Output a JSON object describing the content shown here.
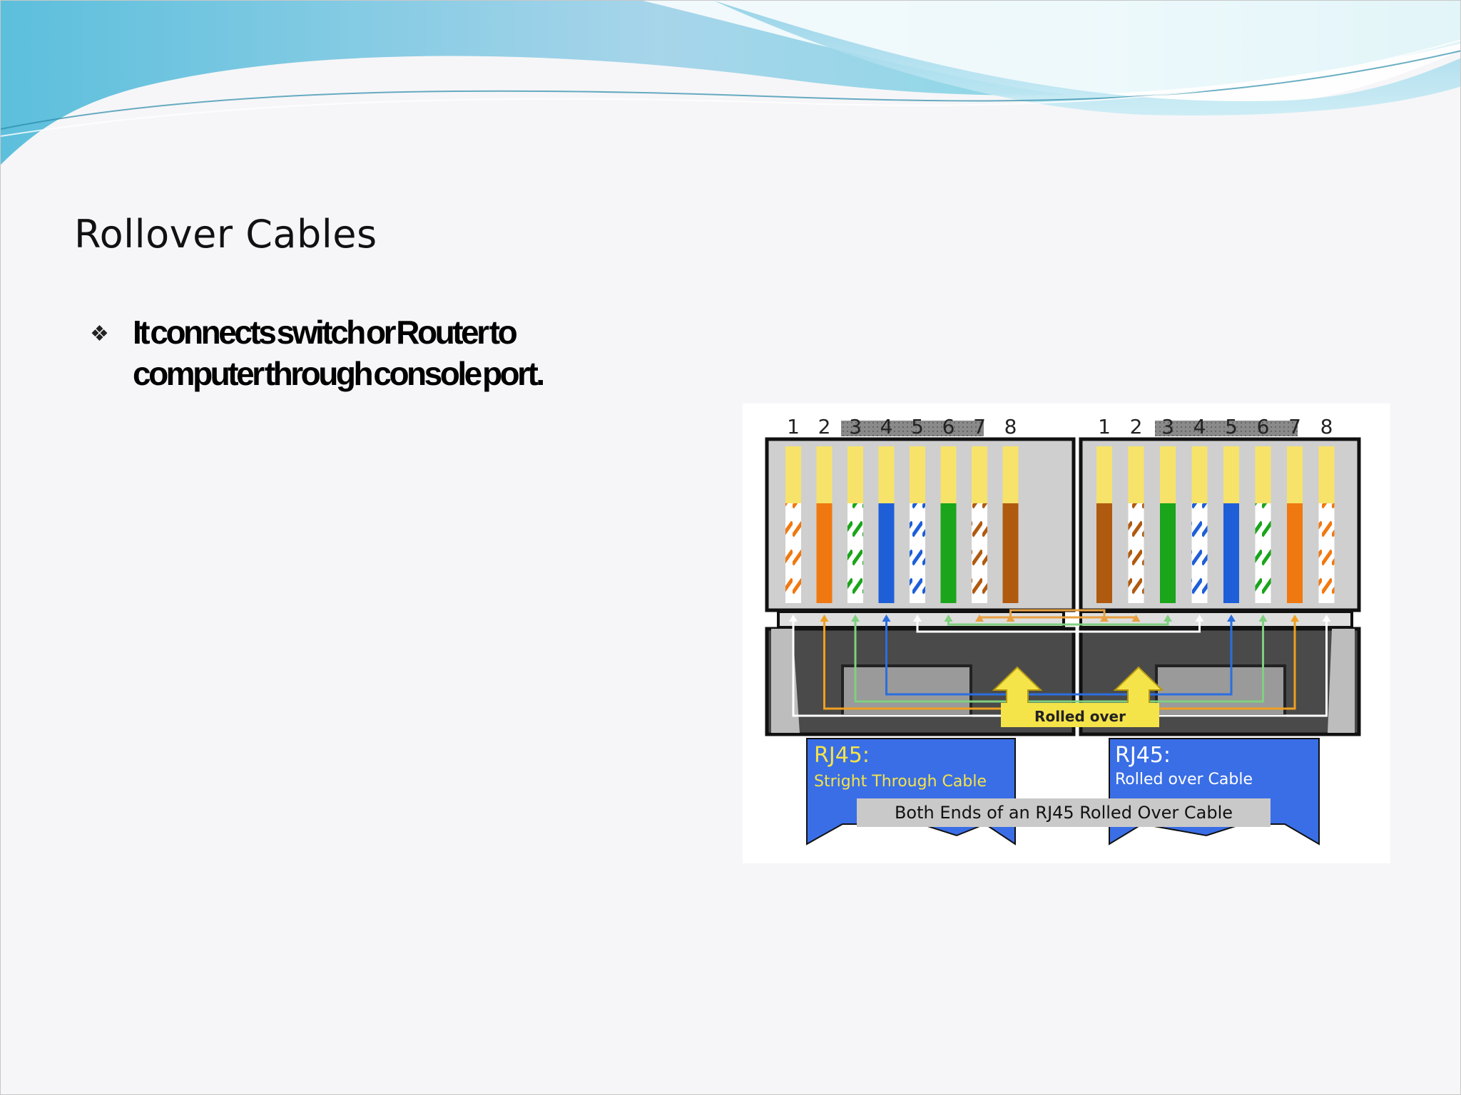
{
  "slide": {
    "title": "Rollover Cables",
    "bullets": [
      {
        "icon": "diamond-bullet-icon",
        "text": "It connects switch or Router to computer through console port."
      }
    ]
  },
  "diagram": {
    "left_connector": {
      "pin_numbers": [
        "1",
        "2",
        "3",
        "4",
        "5",
        "6",
        "7",
        "8"
      ],
      "banner_title": "RJ45:",
      "banner_subtitle": "Stright Through Cable",
      "wire_colors": [
        "orange-white",
        "orange",
        "green-white",
        "blue",
        "blue-white",
        "green",
        "brown-white",
        "brown"
      ]
    },
    "right_connector": {
      "pin_numbers": [
        "1",
        "2",
        "3",
        "4",
        "5",
        "6",
        "7",
        "8"
      ],
      "banner_title": "RJ45:",
      "banner_subtitle": "Rolled over Cable",
      "wire_colors": [
        "brown",
        "brown-white",
        "green",
        "blue-white",
        "blue",
        "green-white",
        "orange",
        "orange-white"
      ]
    },
    "arrow_label": "Rolled over",
    "caption": "Both Ends of an RJ45 Rolled Over Cable"
  },
  "colors": {
    "orange": "#f07810",
    "green": "#1aa51a",
    "blue": "#1e5fd8",
    "brown": "#b05a10",
    "banner_blue": "#3a6ee6",
    "arrow_yellow": "#f5e34a",
    "wave_light": "#a6dff0",
    "wave_dark": "#4cb6d6"
  }
}
